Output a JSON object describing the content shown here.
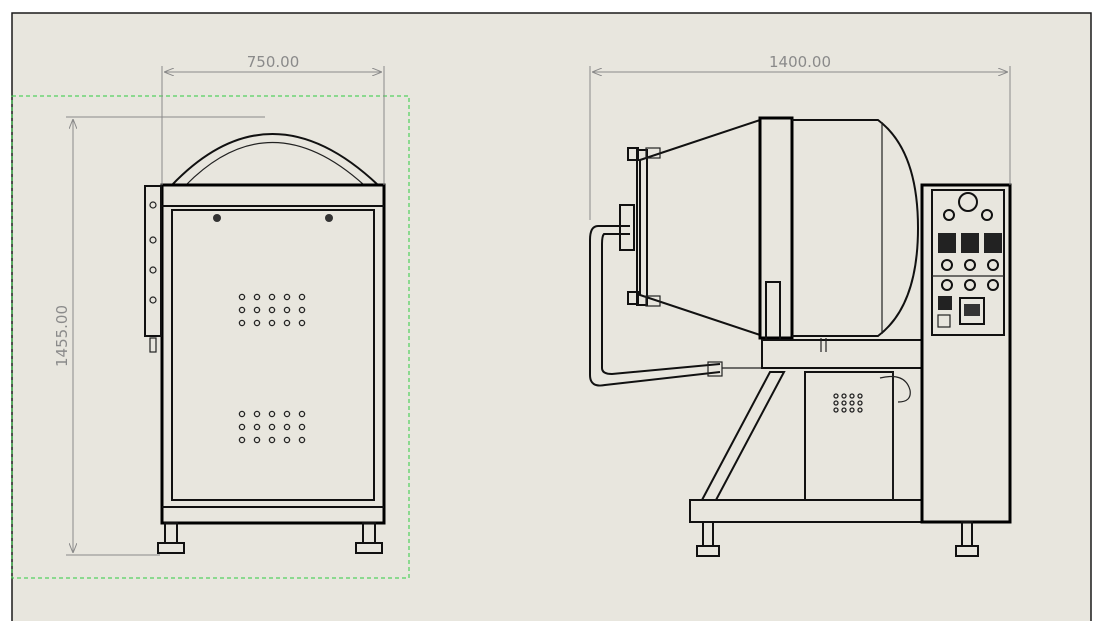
{
  "colors": {
    "background": "#e8e6de",
    "frame": "#1a1a1a",
    "line": "#111111",
    "dimension": "#8a8a8a",
    "selection_box": "#2ecc40",
    "panel_fill": "#f2f1ec"
  },
  "dimensions": {
    "front_width": "750.00",
    "front_height": "1455.00",
    "side_width": "1400.00"
  }
}
